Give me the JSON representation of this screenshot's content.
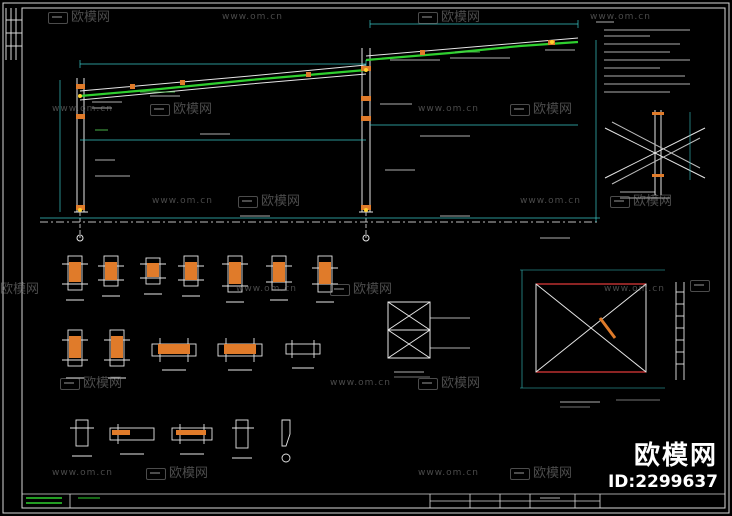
{
  "watermark": {
    "brand": "欧模网",
    "url": "www.om.cn"
  },
  "brand_badge": {
    "name": "欧模网",
    "id": "ID:2299637"
  },
  "colors": {
    "frame": "#d8d8d8",
    "line": "#e6e6e6",
    "beam": "#2fcf2f",
    "dim": "#39c6c6",
    "accent": "#e07b2a",
    "marker": "#ffd22e",
    "red": "#e03a3a",
    "text": "#e8e8e8",
    "green_text": "#5bdc5b"
  }
}
